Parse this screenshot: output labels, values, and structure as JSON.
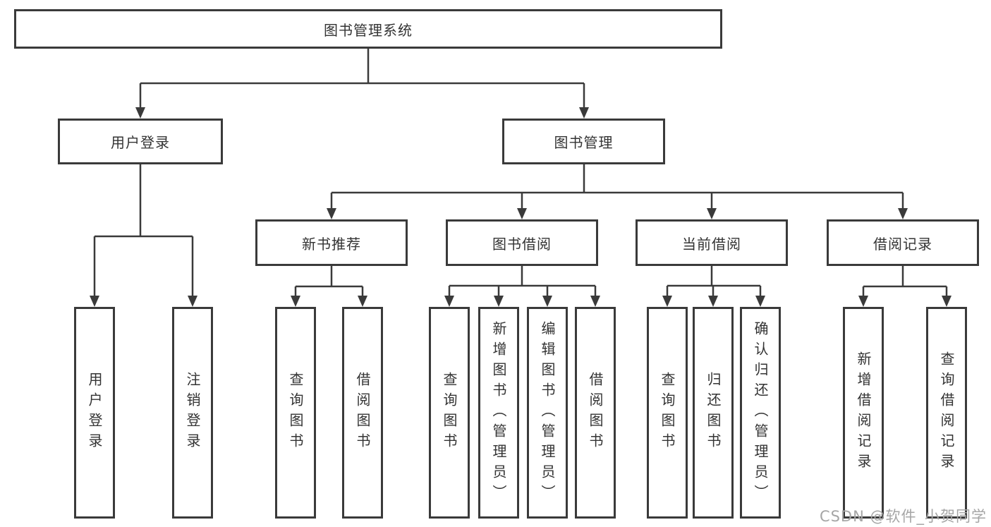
{
  "diagram_title": "图书管理系统",
  "tree": {
    "root": {
      "label": "图书管理系统",
      "children": [
        {
          "label": "用户登录",
          "children": [
            {
              "label": "用户登录"
            },
            {
              "label": "注销登录"
            }
          ]
        },
        {
          "label": "图书管理",
          "children": [
            {
              "label": "新书推荐",
              "children": [
                {
                  "label": "查询图书"
                },
                {
                  "label": "借阅图书"
                }
              ]
            },
            {
              "label": "图书借阅",
              "children": [
                {
                  "label": "查询图书"
                },
                {
                  "label": "新增图书（管理员）"
                },
                {
                  "label": "编辑图书（管理员）"
                },
                {
                  "label": "借阅图书"
                }
              ]
            },
            {
              "label": "当前借阅",
              "children": [
                {
                  "label": "查询图书"
                },
                {
                  "label": "归还图书"
                },
                {
                  "label": "确认归还（管理员）"
                }
              ]
            },
            {
              "label": "借阅记录",
              "children": [
                {
                  "label": "新增借阅记录"
                },
                {
                  "label": "查询借阅记录"
                }
              ]
            }
          ]
        }
      ]
    }
  },
  "watermark": {
    "text": "CSDN @软件_小贺同学"
  },
  "colors": {
    "line": "#3a3a3a",
    "text": "#333333",
    "watermark": "#a6a6a6",
    "background": "#ffffff"
  }
}
